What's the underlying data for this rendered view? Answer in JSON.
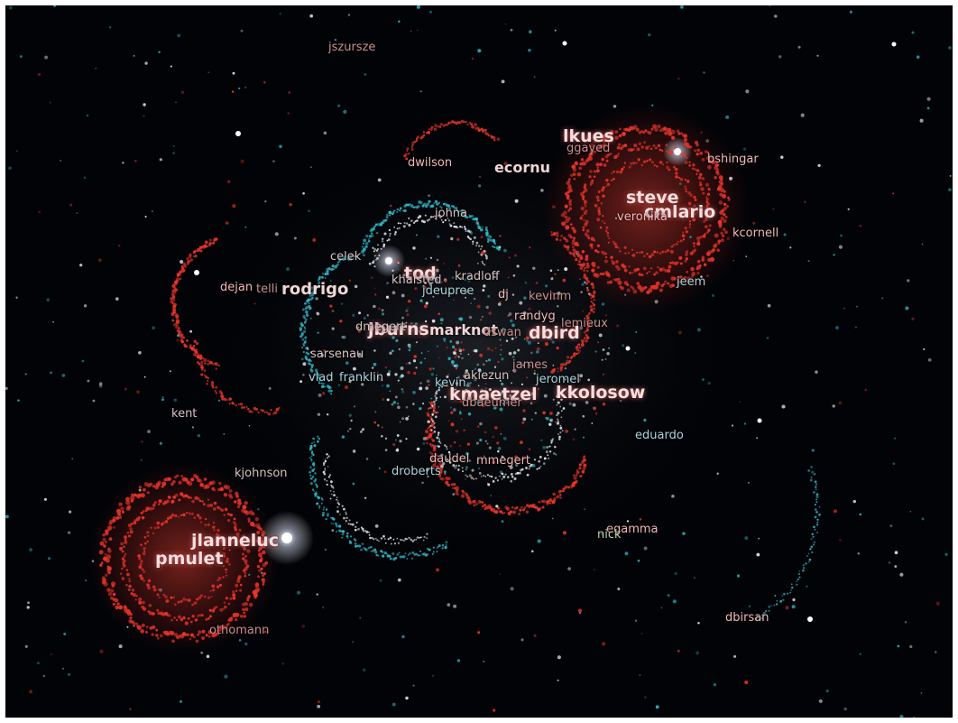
{
  "labels": [
    {
      "id": "jszursze",
      "text": "jszursze"
    },
    {
      "id": "lkues",
      "text": "lkues"
    },
    {
      "id": "ggayed",
      "text": "ggayed"
    },
    {
      "id": "bshingar",
      "text": "bshingar"
    },
    {
      "id": "dwilson",
      "text": "dwilson"
    },
    {
      "id": "ecornu",
      "text": "ecornu"
    },
    {
      "id": "steve",
      "text": "steve"
    },
    {
      "id": "cmlario",
      "text": "cmlario"
    },
    {
      "id": "veronika",
      "text": "veronika"
    },
    {
      "id": "johna",
      "text": "johna"
    },
    {
      "id": "kcornell",
      "text": "kcornell"
    },
    {
      "id": "celek",
      "text": "celek"
    },
    {
      "id": "tod",
      "text": "tod"
    },
    {
      "id": "kradloff",
      "text": "kradloff"
    },
    {
      "id": "khalsted",
      "text": "khalsted"
    },
    {
      "id": "dejan",
      "text": "dejan"
    },
    {
      "id": "telli",
      "text": "telli"
    },
    {
      "id": "rodrigo",
      "text": "rodrigo"
    },
    {
      "id": "jdeupree",
      "text": "jdeupree"
    },
    {
      "id": "dj",
      "text": "dj"
    },
    {
      "id": "kevinm",
      "text": "kevinm"
    },
    {
      "id": "jeem",
      "text": "jeem"
    },
    {
      "id": "randyg",
      "text": "randyg"
    },
    {
      "id": "lemieux",
      "text": "lemieux"
    },
    {
      "id": "jburns",
      "text": "jburns"
    },
    {
      "id": "dmegert",
      "text": "dmegert"
    },
    {
      "id": "marknot",
      "text": "marknot"
    },
    {
      "id": "dbird",
      "text": "dbird"
    },
    {
      "id": "dswan",
      "text": "dswan"
    },
    {
      "id": "sarsenau",
      "text": "sarsenau"
    },
    {
      "id": "james",
      "text": "james"
    },
    {
      "id": "vlad",
      "text": "vlad"
    },
    {
      "id": "franklin",
      "text": "franklin"
    },
    {
      "id": "akiezun",
      "text": "akiezun"
    },
    {
      "id": "jeromel",
      "text": "jeromel"
    },
    {
      "id": "kevin",
      "text": "kevin"
    },
    {
      "id": "kmaetzel",
      "text": "kmaetzel"
    },
    {
      "id": "kkolosow",
      "text": "kkolosow"
    },
    {
      "id": "dbaeumer",
      "text": "dbaeumer"
    },
    {
      "id": "kent",
      "text": "kent"
    },
    {
      "id": "eduardo",
      "text": "eduardo"
    },
    {
      "id": "daudel",
      "text": "daudel"
    },
    {
      "id": "mmegert",
      "text": "mmegert"
    },
    {
      "id": "kjohnson",
      "text": "kjohnson"
    },
    {
      "id": "droberts",
      "text": "droberts"
    },
    {
      "id": "egamma",
      "text": "egamma"
    },
    {
      "id": "nick",
      "text": "nick"
    },
    {
      "id": "jlanneluc",
      "text": "jlanneluc"
    },
    {
      "id": "pmulet",
      "text": "pmulet"
    },
    {
      "id": "dbirsan",
      "text": "dbirsan"
    },
    {
      "id": "othomann",
      "text": "othomann"
    }
  ],
  "colors": {
    "background": "#020307",
    "red_node": "#e8342a",
    "teal_node": "#2fb6c4",
    "white_node": "#e8eef0"
  }
}
